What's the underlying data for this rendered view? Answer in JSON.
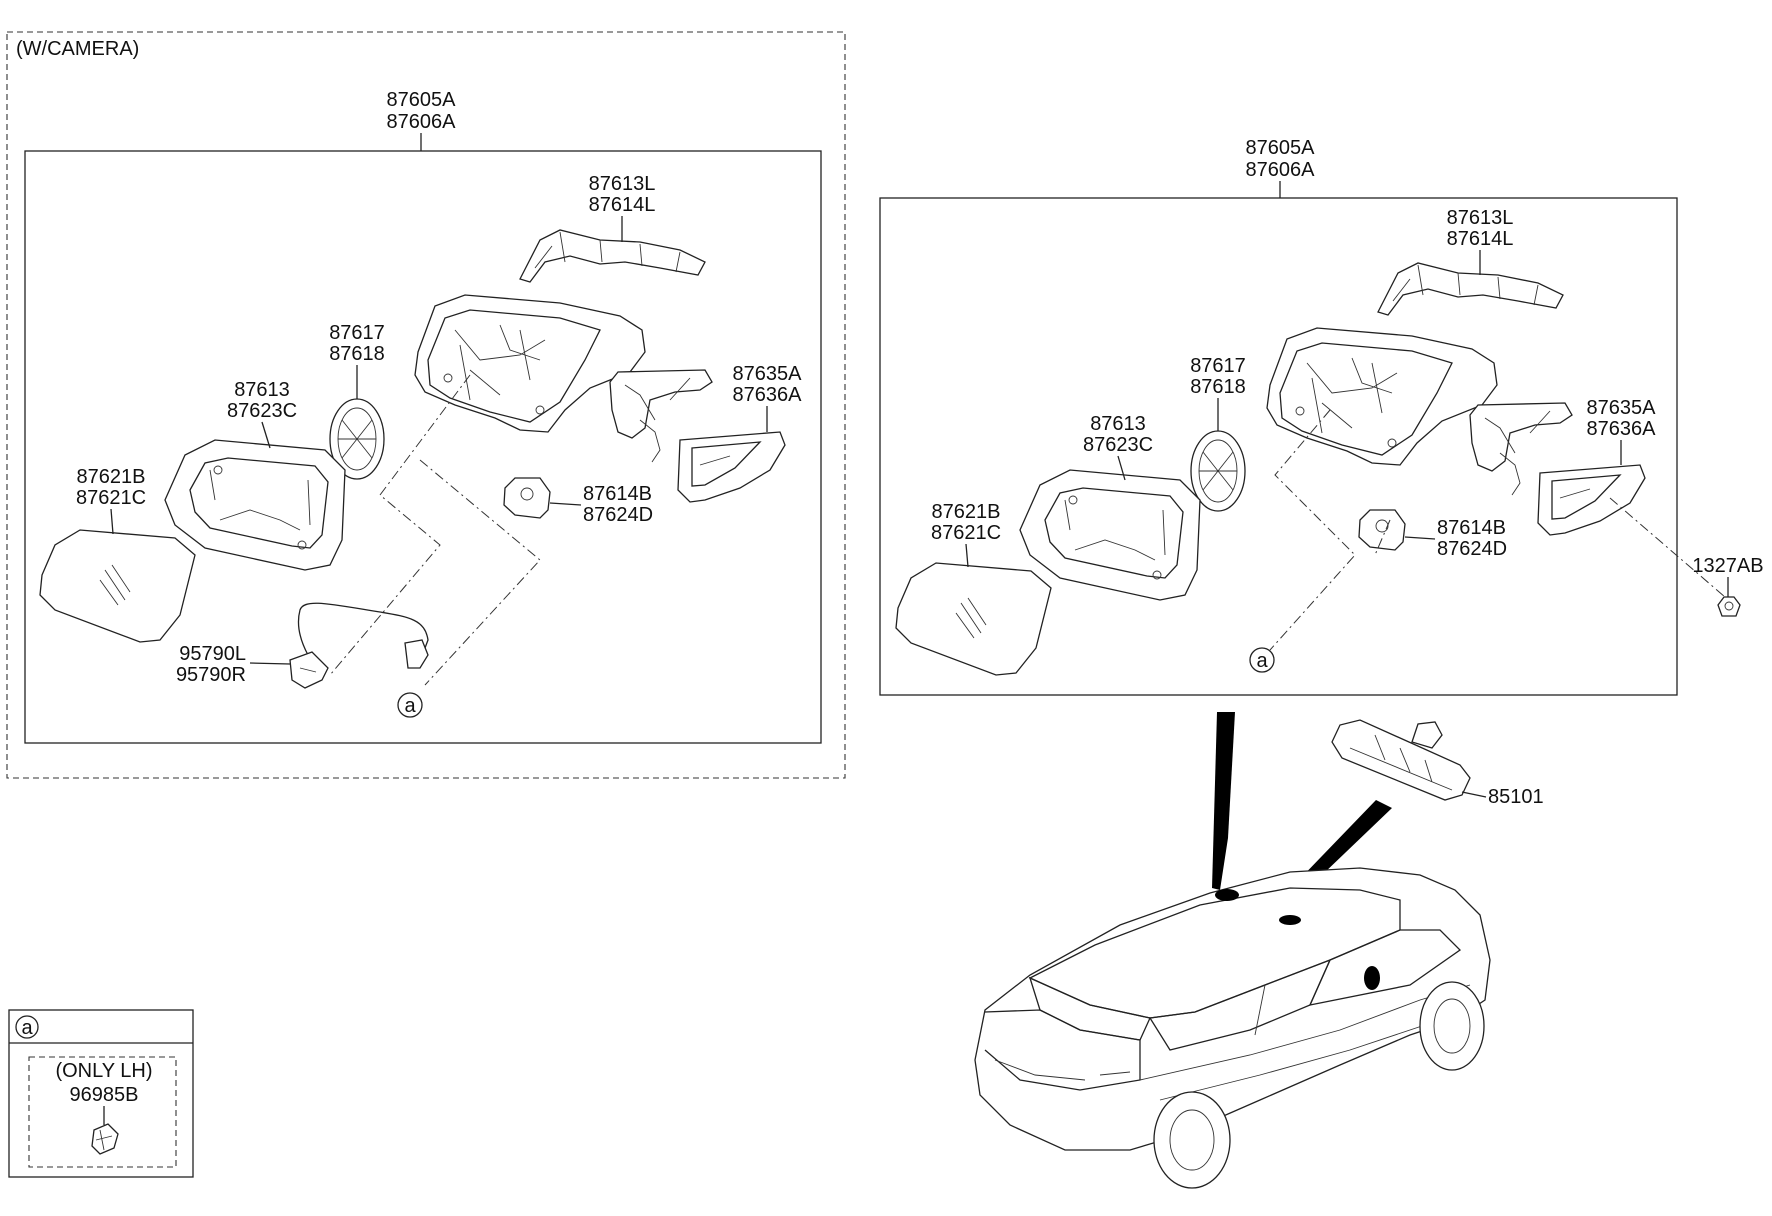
{
  "diagram": {
    "left_group": {
      "option_label": "(W/CAMERA)",
      "assembly": [
        "87605A",
        "87606A"
      ],
      "parts": {
        "cover": [
          "87613L",
          "87614L"
        ],
        "actuator": [
          "87617",
          "87618"
        ],
        "holder": [
          "87613",
          "87623C"
        ],
        "glass": [
          "87621B",
          "87621C"
        ],
        "cap": [
          "87635A",
          "87636A"
        ],
        "lamp": [
          "87614B",
          "87624D"
        ],
        "camera": [
          "95790L",
          "95790R"
        ]
      },
      "ref_marker": "a"
    },
    "right_group": {
      "assembly": [
        "87605A",
        "87606A"
      ],
      "parts": {
        "cover": [
          "87613L",
          "87614L"
        ],
        "actuator": [
          "87617",
          "87618"
        ],
        "holder": [
          "87613",
          "87623C"
        ],
        "glass": [
          "87621B",
          "87621C"
        ],
        "cap": [
          "87635A",
          "87636A"
        ],
        "lamp": [
          "87614B",
          "87624D"
        ]
      },
      "ref_marker": "a",
      "screw": "1327AB"
    },
    "inside_mirror": "85101",
    "detail_a": {
      "marker": "a",
      "option_label": "(ONLY LH)",
      "part": "96985B"
    }
  }
}
